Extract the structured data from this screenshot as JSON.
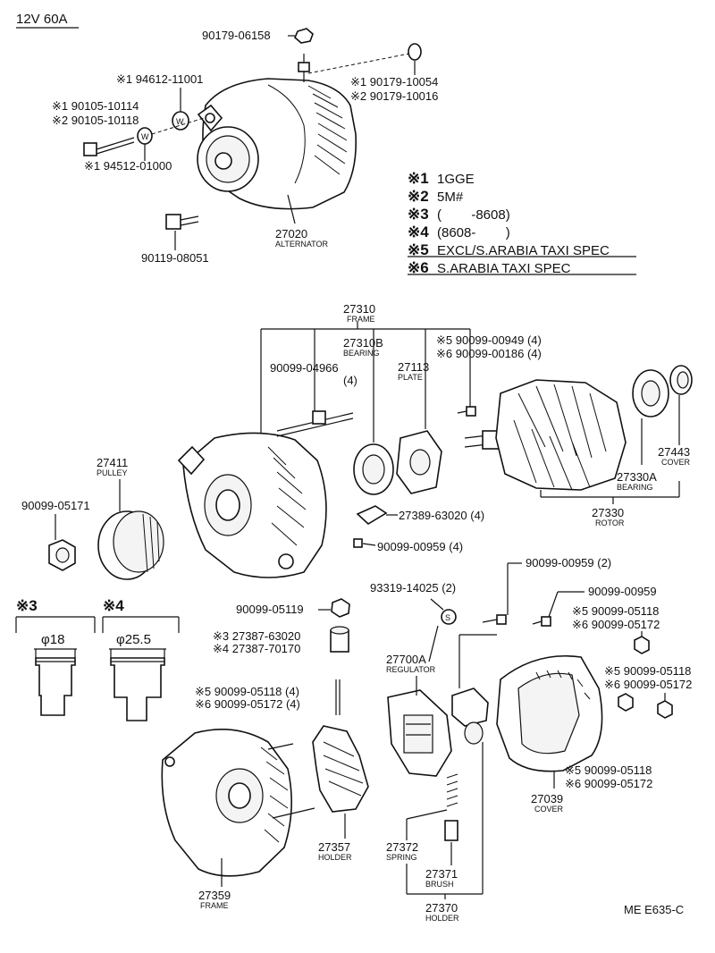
{
  "header": {
    "title": "12V 60A"
  },
  "footer": {
    "code": "ME E635-C"
  },
  "notes": [
    {
      "mark": "※1",
      "text": "1GGE"
    },
    {
      "mark": "※2",
      "text": "5M#"
    },
    {
      "mark": "※3",
      "text": "(        -8608)"
    },
    {
      "mark": "※4",
      "text": "(8608-        )"
    },
    {
      "mark": "※5",
      "text": "EXCL/S.ARABIA TAXI SPEC"
    },
    {
      "mark": "※6",
      "text": "S.ARABIA TAXI SPEC"
    }
  ],
  "top_parts": {
    "nut_top": "90179-06158",
    "washer_1": "※1 94612-11001",
    "bolt_1": "※1 90105-10114",
    "bolt_2": "※2 90105-10118",
    "washer_2": "※1 94512-01000",
    "nut_1": "※1 90179-10054",
    "nut_2": "※2 90179-10016",
    "alternator_no": "27020",
    "alternator_name": "ALTERNATOR",
    "bolt_bottom": "90119-08051"
  },
  "mid_parts": {
    "frame_no": "27310",
    "frame_name": "FRAME",
    "bearing_no": "27310B",
    "bearing_name": "BEARING",
    "stud_bolt": "90099-04966",
    "stud_qty": "(4)",
    "plate_no": "27113",
    "plate_name": "PLATE",
    "screw_5": "※5 90099-00949 (4)",
    "screw_6": "※6 90099-00186 (4)",
    "pulley_no": "27411",
    "pulley_name": "PULLEY",
    "pulley_nut": "90099-05171",
    "insulator": "27389-63020 (4)",
    "screw_959": "90099-00959 (4)",
    "rotor_no": "27330",
    "rotor_name": "ROTOR",
    "rotor_bearing_no": "27330A",
    "rotor_bearing_name": "BEARING",
    "cover_no": "27443",
    "cover_name": "COVER"
  },
  "bottom_parts": {
    "sec3_mark": "※3",
    "sec3_dia": "φ18",
    "sec4_mark": "※4",
    "sec4_dia": "φ25.5",
    "nut_119": "90099-05119",
    "bushing_3": "※3 27387-63020",
    "bushing_4": "※4 27387-70170",
    "nut_5_qty": "※5 90099-05118 (4)",
    "nut_6_qty": "※6 90099-05172 (4)",
    "frame_no": "27359",
    "frame_name": "FRAME",
    "holder_no": "27357",
    "holder_name": "HOLDER",
    "terminal": "93319-14025 (2)",
    "regulator_no": "27700A",
    "regulator_name": "REGULATOR",
    "spring_no": "27372",
    "spring_name": "SPRING",
    "brush_no": "27371",
    "brush_name": "BRUSH",
    "brush_holder_no": "27370",
    "brush_holder_name": "HOLDER",
    "screw_959_2": "90099-00959 (2)",
    "screw_959_b": "90099-00959",
    "nut_5a": "※5 90099-05118",
    "nut_6a": "※6 90099-05172",
    "nut_5b": "※5 90099-05118",
    "nut_6b": "※6 90099-05172",
    "nut_5c": "※5 90099-05118",
    "nut_6c": "※6 90099-05172",
    "cover_no": "27039",
    "cover_name": "COVER"
  }
}
